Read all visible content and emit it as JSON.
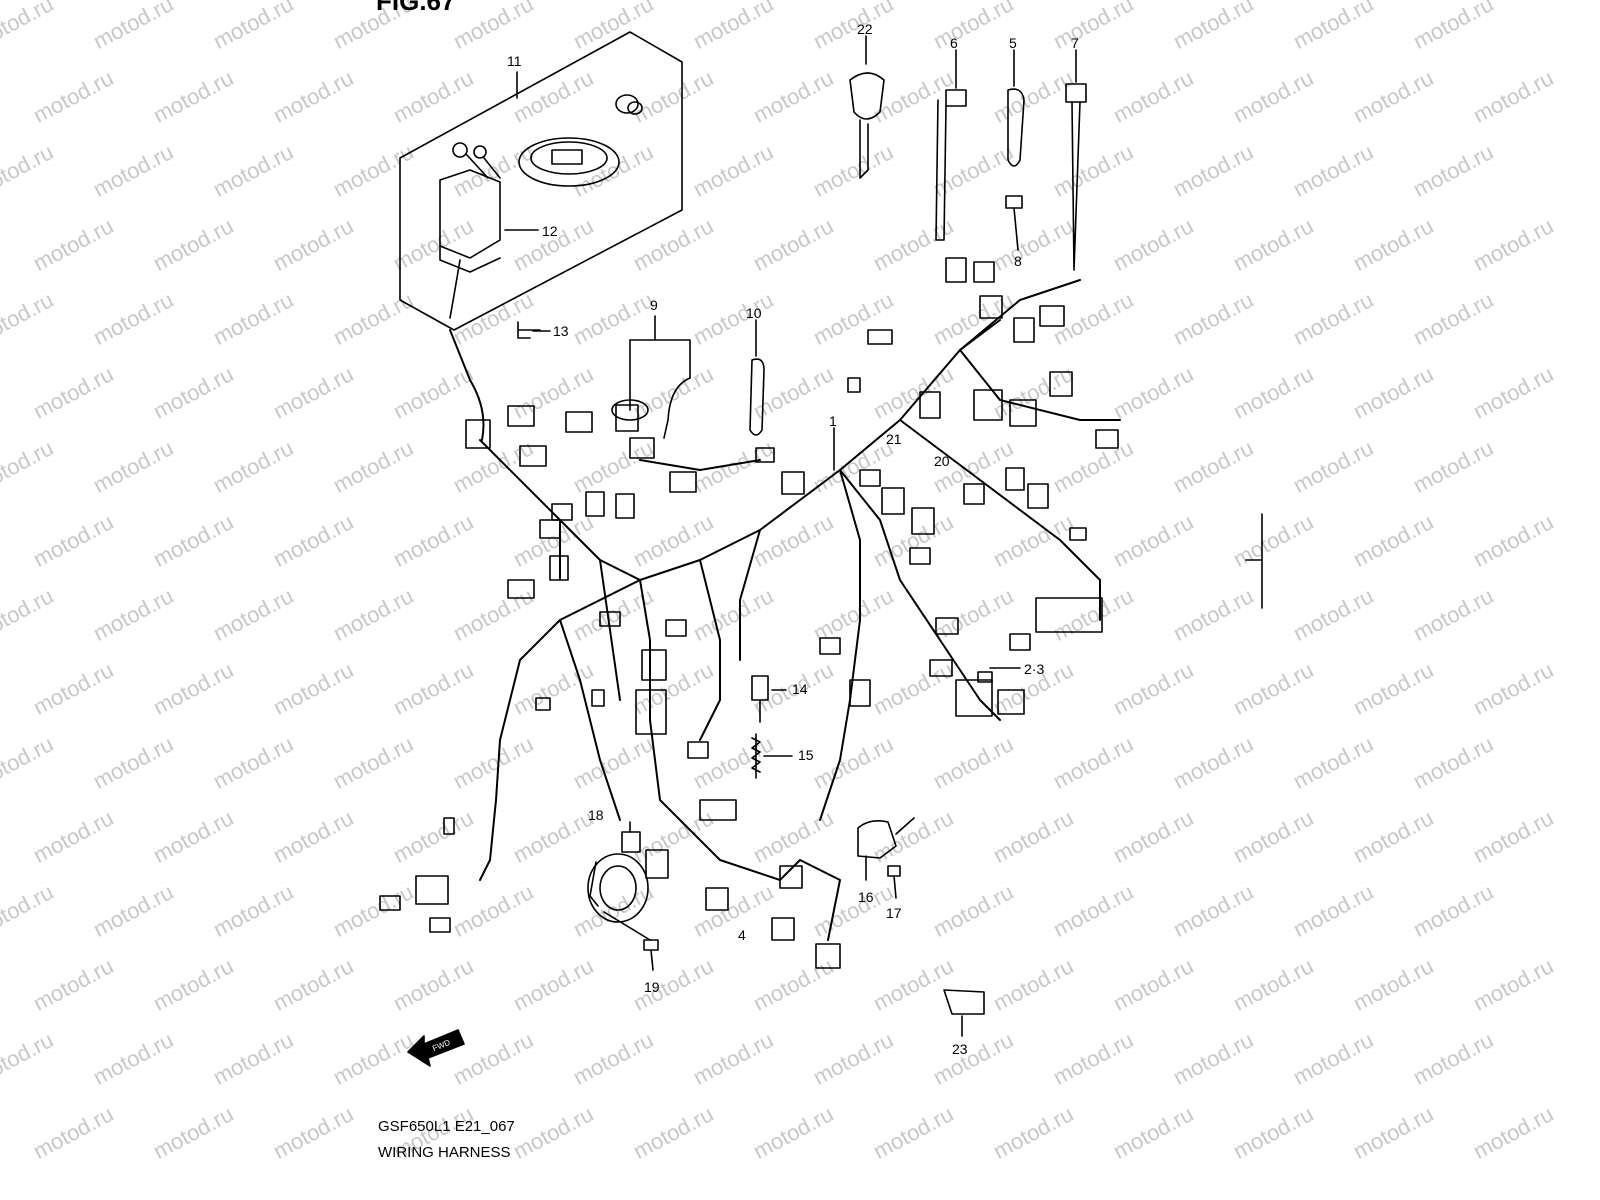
{
  "figure": {
    "title_fragment": "FIG.67",
    "code": "GSF650L1 E21_067",
    "name": "WIRING HARNESS"
  },
  "watermark": "motod.ru",
  "fwd_label": "FWD",
  "callouts": [
    {
      "id": "11",
      "text": "11"
    },
    {
      "id": "12",
      "text": "12"
    },
    {
      "id": "13",
      "text": "13"
    },
    {
      "id": "9",
      "text": "9"
    },
    {
      "id": "10",
      "text": "10"
    },
    {
      "id": "1",
      "text": "1"
    },
    {
      "id": "22",
      "text": "22"
    },
    {
      "id": "6",
      "text": "6"
    },
    {
      "id": "5",
      "text": "5"
    },
    {
      "id": "7",
      "text": "7"
    },
    {
      "id": "8",
      "text": "8"
    },
    {
      "id": "21",
      "text": "21"
    },
    {
      "id": "20",
      "text": "20"
    },
    {
      "id": "2-3",
      "text": "2·3"
    },
    {
      "id": "14",
      "text": "14"
    },
    {
      "id": "15",
      "text": "15"
    },
    {
      "id": "18",
      "text": "18"
    },
    {
      "id": "4",
      "text": "4"
    },
    {
      "id": "16",
      "text": "16"
    },
    {
      "id": "17",
      "text": "17"
    },
    {
      "id": "19",
      "text": "19"
    },
    {
      "id": "23",
      "text": "23"
    }
  ]
}
